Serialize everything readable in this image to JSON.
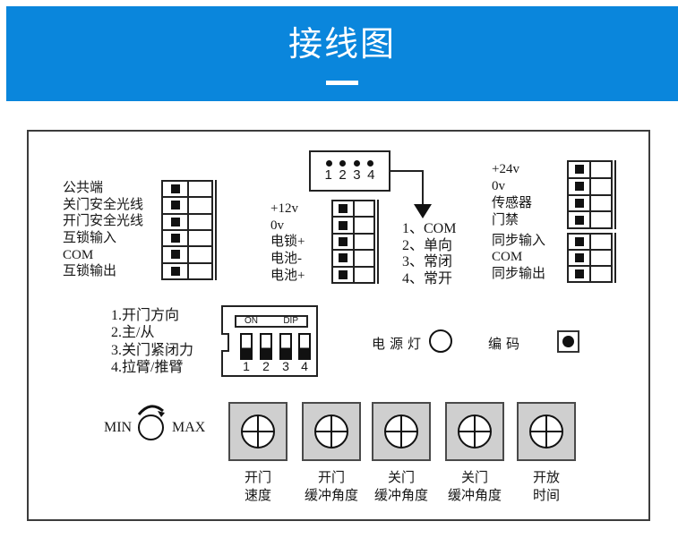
{
  "header": {
    "title": "接线图"
  },
  "colors": {
    "accent": "#0a86dc",
    "pot_gray": "#cfcfcf",
    "line": "#222222"
  },
  "left_terminal": {
    "labels": [
      "公共端",
      "关门安全光线",
      "开门安全光线",
      "互锁输入",
      "COM",
      "互锁输出"
    ]
  },
  "top_connector": {
    "pins": [
      "1",
      "2",
      "3",
      "4"
    ]
  },
  "power_terminal": {
    "labels": [
      "+12v",
      "0v",
      "电锁+",
      "电池-",
      "电池+"
    ]
  },
  "relay_list": {
    "items": [
      "1、COM",
      "2、单向",
      "3、常闭",
      "4、常开"
    ]
  },
  "right_terminal": {
    "labels_top": [
      "+24v",
      "0v",
      "传感器",
      "门禁"
    ],
    "labels_bottom": [
      "同步输入",
      "COM",
      "同步输出"
    ]
  },
  "dip_switch": {
    "functions": [
      "1.开门方向",
      "2.主/从",
      "3.关门紧闭力",
      "4.拉臂/推臂"
    ],
    "on_label": "ON",
    "dip_label": "DIP",
    "numbers": [
      "1",
      "2",
      "3",
      "4"
    ]
  },
  "indicators": {
    "power_label": "电源灯",
    "code_label": "编码"
  },
  "knob": {
    "min_label": "MIN",
    "max_label": "MAX"
  },
  "potentiometers": {
    "labels": [
      {
        "line1": "开门",
        "line2": "速度"
      },
      {
        "line1": "开门",
        "line2": "缓冲角度"
      },
      {
        "line1": "关门",
        "line2": "缓冲角度"
      },
      {
        "line1": "关门",
        "line2": "缓冲角度"
      },
      {
        "line1": "开放",
        "line2": "时间"
      }
    ]
  }
}
